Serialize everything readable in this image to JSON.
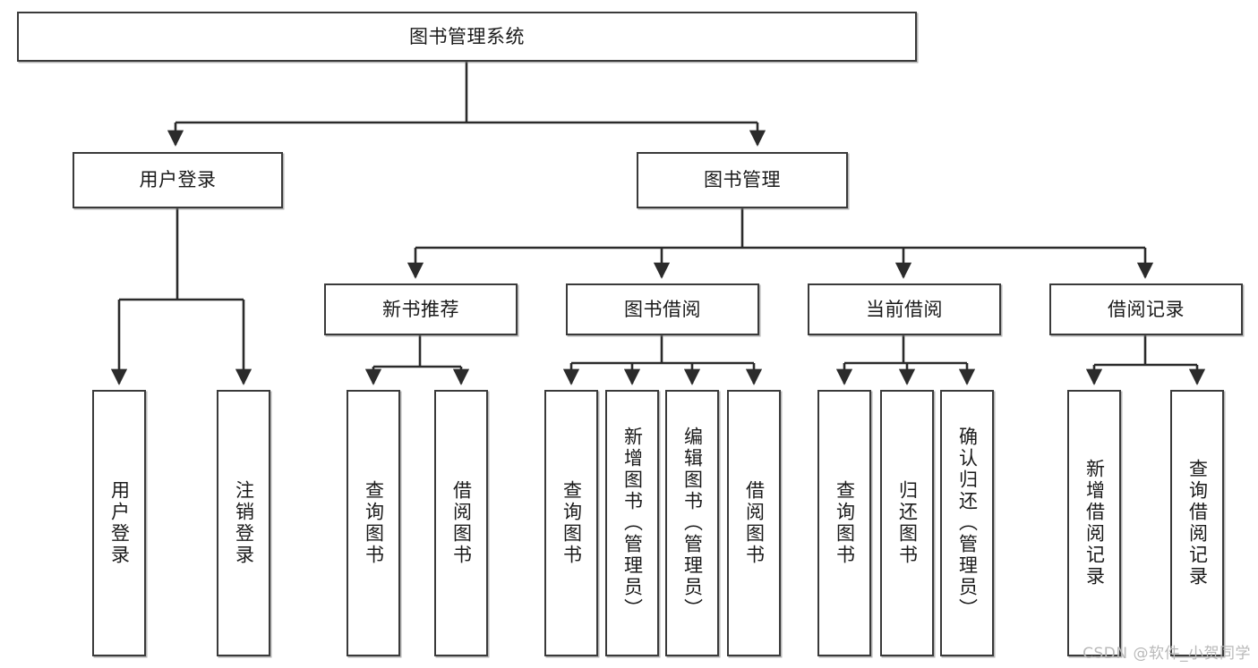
{
  "diagram": {
    "title": "图书管理系统",
    "type": "tree-hierarchy-diagram",
    "watermark": "CSDN @软件_小贺同学",
    "colors": {
      "box_border": "#3a3a3a",
      "box_fill": "#ffffff",
      "connector": "#2b2b2b",
      "text": "#1a1a1a",
      "watermark": "#b9b9b9",
      "background": "#ffffff"
    }
  },
  "nodes": {
    "root": {
      "label": "图书管理系统"
    },
    "level2": [
      {
        "id": "user-login",
        "label": "用户登录"
      },
      {
        "id": "book-manage",
        "label": "图书管理"
      }
    ],
    "level3": [
      {
        "id": "new-book-recommend",
        "label": "新书推荐"
      },
      {
        "id": "book-borrow",
        "label": "图书借阅"
      },
      {
        "id": "current-borrow",
        "label": "当前借阅"
      },
      {
        "id": "borrow-record",
        "label": "借阅记录"
      }
    ],
    "leaves": {
      "user_login": [
        {
          "id": "leaf-user-login",
          "label": "用户登录"
        },
        {
          "id": "leaf-logout-login",
          "label": "注销登录"
        }
      ],
      "new_book_recommend": [
        {
          "id": "leaf-query-book-1",
          "label": "查询图书"
        },
        {
          "id": "leaf-borrow-book-1",
          "label": "借阅图书"
        }
      ],
      "book_borrow": [
        {
          "id": "leaf-query-book-2",
          "label": "查询图书"
        },
        {
          "id": "leaf-add-book",
          "label": "新增图书（管理员）"
        },
        {
          "id": "leaf-edit-book",
          "label": "编辑图书（管理员）"
        },
        {
          "id": "leaf-borrow-book-2",
          "label": "借阅图书"
        }
      ],
      "current_borrow": [
        {
          "id": "leaf-query-book-3",
          "label": "查询图书"
        },
        {
          "id": "leaf-return-book",
          "label": "归还图书"
        },
        {
          "id": "leaf-confirm-return",
          "label": "确认归还（管理员）"
        }
      ],
      "borrow_record": [
        {
          "id": "leaf-add-record",
          "label": "新增借阅记录"
        },
        {
          "id": "leaf-query-record",
          "label": "查询借阅记录"
        }
      ]
    }
  }
}
